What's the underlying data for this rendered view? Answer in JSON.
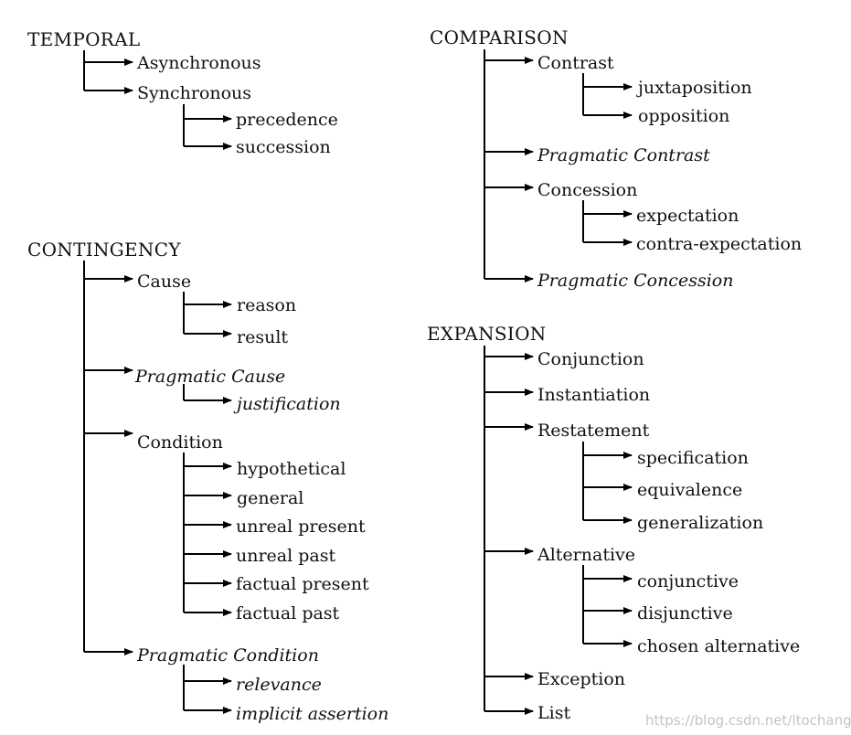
{
  "taxonomy": {
    "temporal": {
      "label": "TEMPORAL",
      "asynchronous": "Asynchronous",
      "synchronous": "Synchronous",
      "precedence": "precedence",
      "succession": "succession"
    },
    "contingency": {
      "label": "CONTINGENCY",
      "cause": "Cause",
      "reason": "reason",
      "result": "result",
      "pragmatic_cause": "Pragmatic Cause",
      "justification": "justification",
      "condition": "Condition",
      "hypothetical": "hypothetical",
      "general": "general",
      "unreal_present": "unreal present",
      "unreal_past": "unreal past",
      "factual_present": "factual present",
      "factual_past": "factual past",
      "pragmatic_condition": "Pragmatic Condition",
      "relevance": "relevance",
      "implicit_assertion": "implicit assertion"
    },
    "comparison": {
      "label": "COMPARISON",
      "contrast": "Contrast",
      "juxtaposition": "juxtaposition",
      "opposition": "opposition",
      "pragmatic_contrast": "Pragmatic Contrast",
      "concession": "Concession",
      "expectation": "expectation",
      "contra_expectation": "contra-expectation",
      "pragmatic_concession": "Pragmatic Concession"
    },
    "expansion": {
      "label": "EXPANSION",
      "conjunction": "Conjunction",
      "instantiation": "Instantiation",
      "restatement": "Restatement",
      "specification": "specification",
      "equivalence": "equivalence",
      "generalization": "generalization",
      "alternative": "Alternative",
      "conjunctive": "conjunctive",
      "disjunctive": "disjunctive",
      "chosen_alternative": "chosen alternative",
      "exception": "Exception",
      "list": "List"
    }
  },
  "watermark": "https://blog.csdn.net/ltochange"
}
